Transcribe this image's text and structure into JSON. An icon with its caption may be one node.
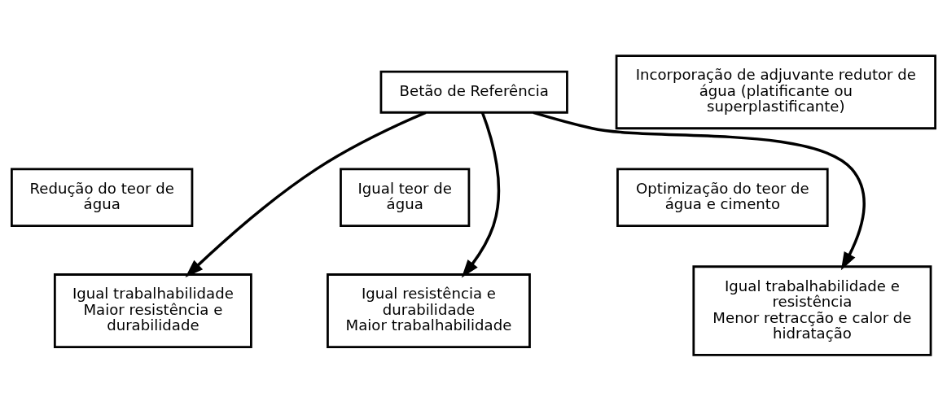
{
  "diagram": {
    "nodes": [
      {
        "text": [
          "Betão de Referência"
        ]
      },
      {
        "text": [
          "Incorporação de adjuvante redutor de água (platificante ou superplastificante)"
        ]
      },
      {
        "text": [
          "Redução do teor de água"
        ]
      },
      {
        "text": [
          "Igual teor de água"
        ]
      },
      {
        "text": [
          "Optimização do teor de água e cimento"
        ]
      },
      {
        "text": [
          "Igual trabalhabilidade",
          "Maior resistência e durabilidade"
        ]
      },
      {
        "text": [
          "Igual resistência e durabilidade",
          "Maior trabalhabilidade"
        ]
      },
      {
        "text": [
          "Igual trabalhabilidade e resistência",
          "Menor retracção e calor de hidratação"
        ]
      }
    ],
    "edges": [
      {
        "from": 0,
        "to": 5,
        "arrow": "to"
      },
      {
        "from": 0,
        "to": 6,
        "arrow": "to"
      },
      {
        "from": 0,
        "to": 7,
        "arrow": "to"
      }
    ]
  }
}
